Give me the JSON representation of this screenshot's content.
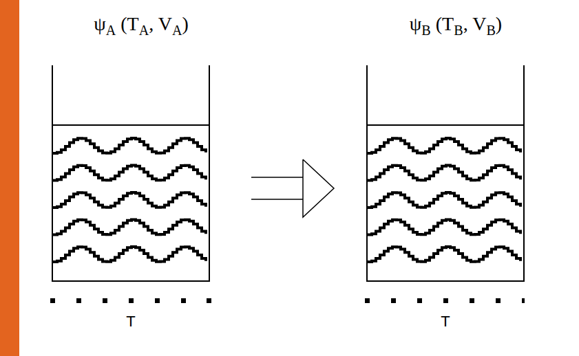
{
  "diagram": {
    "nodes": [
      {
        "text": [
          "ψA (TA, VA)"
        ]
      },
      {
        "text": [
          "ψB (TB, VB)"
        ]
      }
    ],
    "edges": [
      {
        "from": 0,
        "to": 1,
        "arrow": "to"
      }
    ],
    "labels": [
      "T",
      "T"
    ]
  }
}
